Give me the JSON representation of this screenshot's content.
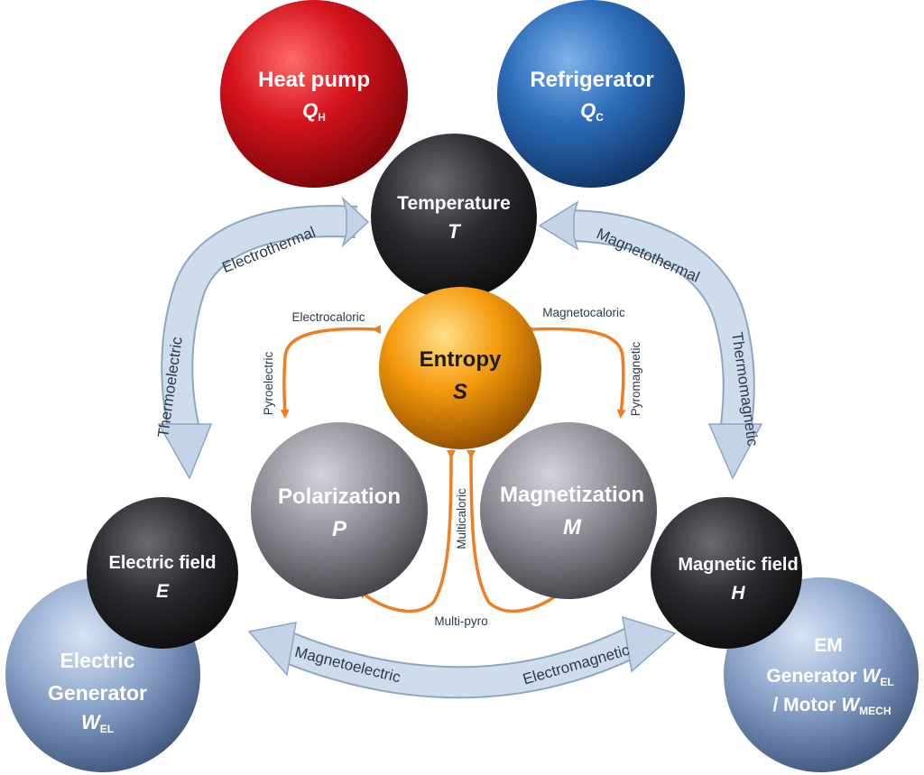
{
  "nodes": {
    "heat_pump": {
      "title": "Heat pump",
      "symbol": "Q",
      "subscript": "H"
    },
    "refrigerator": {
      "title": "Refrigerator",
      "symbol": "Q",
      "subscript": "C"
    },
    "temperature": {
      "title": "Temperature",
      "symbol": "T"
    },
    "entropy": {
      "title": "Entropy",
      "symbol": "S"
    },
    "polarization": {
      "title": "Polarization",
      "symbol": "P"
    },
    "magnetization": {
      "title": "Magnetization",
      "symbol": "M"
    },
    "electric_field": {
      "title": "Electric field",
      "symbol": "E"
    },
    "magnetic_field": {
      "title": "Magnetic field",
      "symbol": "H"
    },
    "electric_generator": {
      "line1": "Electric",
      "line2": "Generator",
      "symbol": "W",
      "subscript": "EL"
    },
    "em_generator": {
      "line1": "EM",
      "line2a": "Generator ",
      "symbol1": "W",
      "subscript1": "EL",
      "line3a": "/ Motor ",
      "symbol2": "W",
      "subscript2": "MECH"
    }
  },
  "big_arrows": {
    "electrothermal": "Electrothermal",
    "thermoelectric": "Thermoelectric",
    "magnetothermal": "Magnetothermal",
    "thermomagnetic": "Thermomagnetic",
    "magnetoelectric": "Magnetoelectric",
    "electromagnetic": "Electromagnetic"
  },
  "small_arrows": {
    "electrocaloric": "Electrocaloric",
    "pyroelectric": "Pyroelectric",
    "magnetocaloric": "Magnetocaloric",
    "pyromagnetic": "Pyromagnetic",
    "multicaloric": "Multicaloric",
    "multi_pyro": "Multi-pyro"
  },
  "colors": {
    "heat_pump": "#d4121c",
    "refrigerator": "#2c6cb8",
    "entropy": "#f59a0c",
    "dark": "#2a2a2e",
    "grey": "#8c8d94",
    "light_blue": "#8aa2c8",
    "orange_arrow": "#ef7d22",
    "big_arrow": "#b9cbe0"
  }
}
